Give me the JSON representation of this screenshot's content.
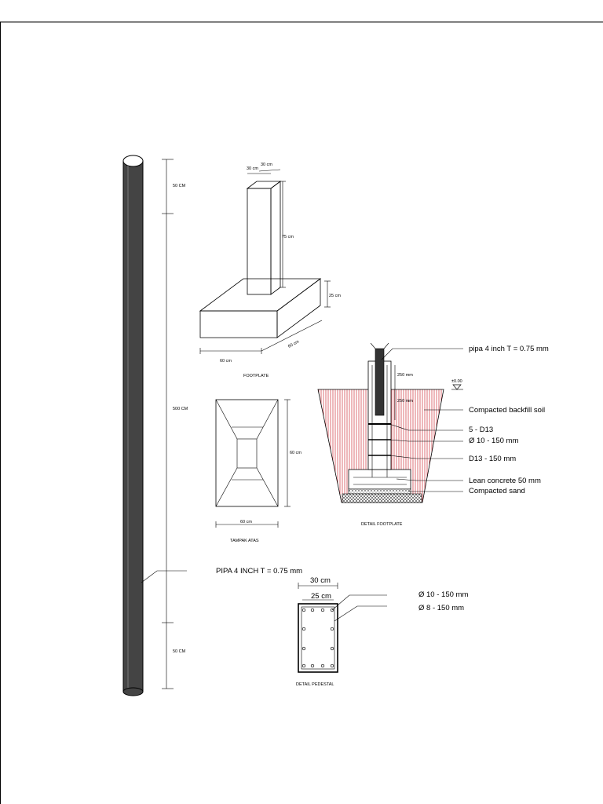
{
  "pole": {
    "dim_top": "50 CM",
    "dim_middle": "500 CM",
    "dim_bottom": "50 CM",
    "pipe_label": "PIPA 4 INCH T = 0.75 mm"
  },
  "footplate": {
    "dim_pedestal_w1": "30 cm",
    "dim_pedestal_w2": "30 cm",
    "dim_pedestal_h": "75 cm",
    "dim_plate_thk": "25 cm",
    "dim_plate_len": "60 cm",
    "dim_plate_w": "60 cm",
    "title": "FOOTPLATE"
  },
  "top_view": {
    "dim_side": "60 cm",
    "dim_bottom": "60 cm",
    "title": "TAMPAK ATAS"
  },
  "detail_footplate": {
    "dim_250_a": "250 mm",
    "dim_250_b": "250 mm",
    "level": "±0.00",
    "labels": [
      "pipa 4 inch T = 0.75 mm",
      "Compacted backfill soil",
      "5 - D13",
      "Ø 10 - 150 mm",
      "D13  - 150 mm",
      "Lean concrete 50 mm",
      "Compacted sand"
    ],
    "title": "DETAIL FOOTPLATE"
  },
  "detail_pedestal": {
    "dim_outer": "30 cm",
    "dim_inner": "25 cm",
    "labels": [
      "Ø 10 - 150 mm",
      "Ø 8 - 150 mm"
    ],
    "title": "DETAIL PEDESTAL"
  }
}
